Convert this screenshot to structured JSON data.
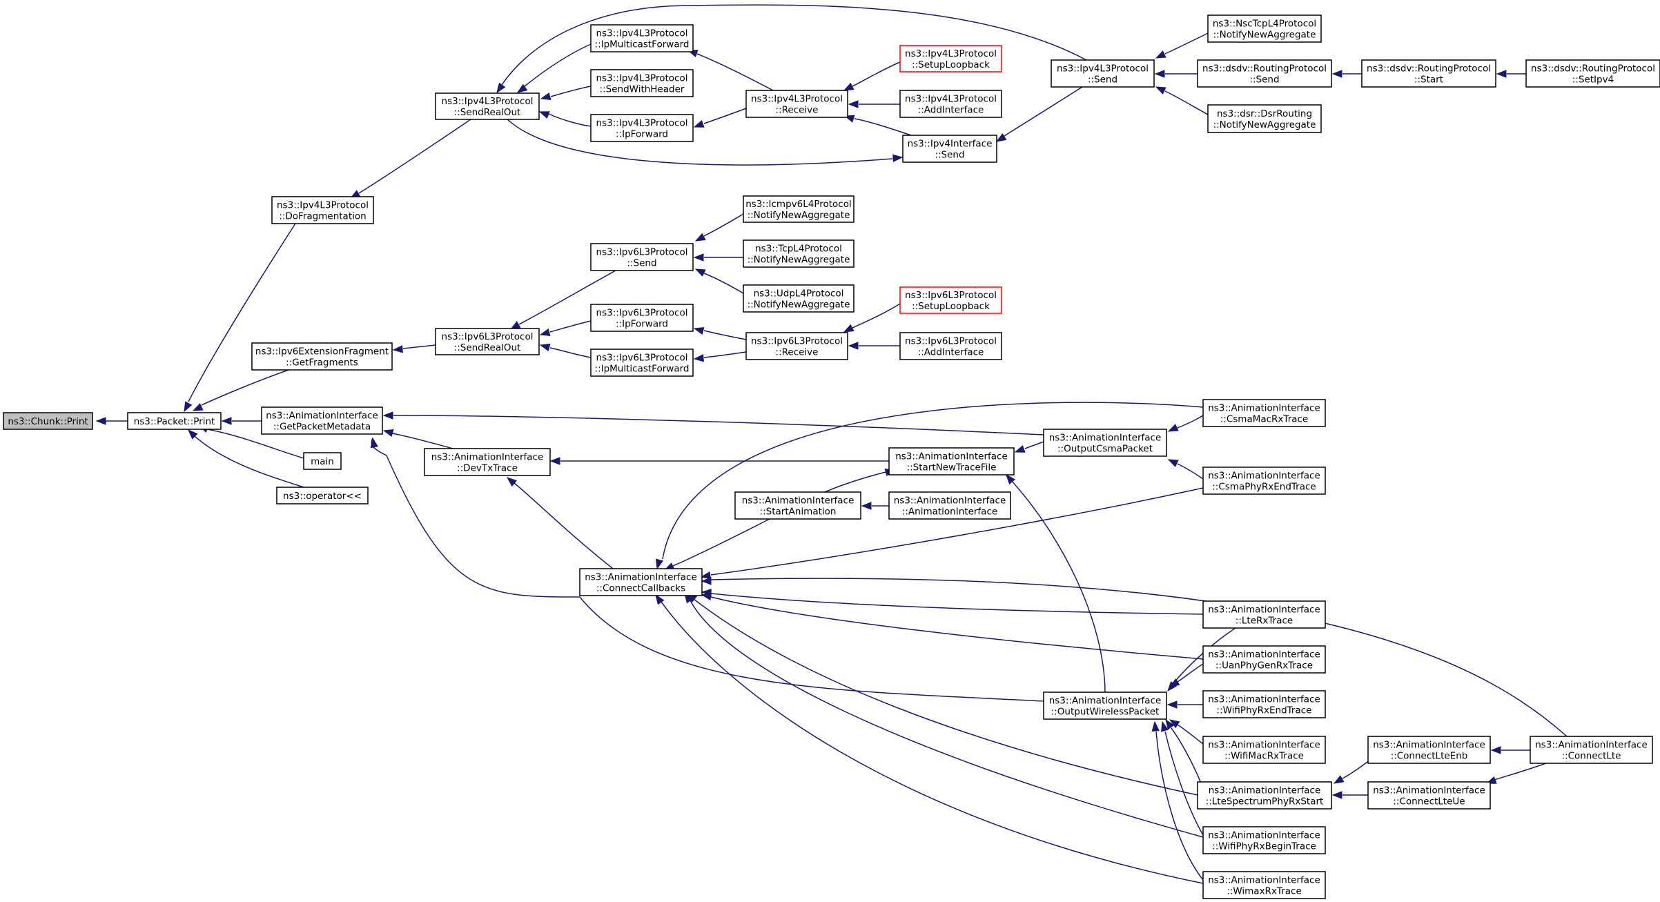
{
  "graph": {
    "nodes": [
      {
        "id": "root",
        "lines": [
          "ns3::Chunk::Print"
        ],
        "style": "root"
      },
      {
        "id": "pprint",
        "lines": [
          "ns3::Packet::Print"
        ]
      },
      {
        "id": "dofrag",
        "lines": [
          "ns3::Ipv4L3Protocol",
          "::DoFragmentation"
        ]
      },
      {
        "id": "getfrag",
        "lines": [
          "ns3::Ipv6ExtensionFragment",
          "::GetFragments"
        ]
      },
      {
        "id": "getmeta",
        "lines": [
          "ns3::AnimationInterface",
          "::GetPacketMetadata"
        ]
      },
      {
        "id": "main",
        "lines": [
          "main"
        ]
      },
      {
        "id": "oplt",
        "lines": [
          "ns3::operator<<"
        ]
      },
      {
        "id": "v4sro",
        "lines": [
          "ns3::Ipv4L3Protocol",
          "::SendRealOut"
        ]
      },
      {
        "id": "v4mcf",
        "lines": [
          "ns3::Ipv4L3Protocol",
          "::IpMulticastForward"
        ]
      },
      {
        "id": "v4swh",
        "lines": [
          "ns3::Ipv4L3Protocol",
          "::SendWithHeader"
        ]
      },
      {
        "id": "v4ipf",
        "lines": [
          "ns3::Ipv4L3Protocol",
          "::IpForward"
        ]
      },
      {
        "id": "v4recv",
        "lines": [
          "ns3::Ipv4L3Protocol",
          "::Receive"
        ]
      },
      {
        "id": "v4loop",
        "lines": [
          "ns3::Ipv4L3Protocol",
          "::SetupLoopback"
        ],
        "style": "trunc"
      },
      {
        "id": "v4addif",
        "lines": [
          "ns3::Ipv4L3Protocol",
          "::AddInterface"
        ]
      },
      {
        "id": "v4ifsend",
        "lines": [
          "ns3::Ipv4Interface",
          "::Send"
        ]
      },
      {
        "id": "v4send",
        "lines": [
          "ns3::Ipv4L3Protocol",
          "::Send"
        ]
      },
      {
        "id": "nsctcp",
        "lines": [
          "ns3::NscTcpL4Protocol",
          "::NotifyNewAggregate"
        ]
      },
      {
        "id": "dsdvsend",
        "lines": [
          "ns3::dsdv::RoutingProtocol",
          "::Send"
        ]
      },
      {
        "id": "dsrnna",
        "lines": [
          "ns3::dsr::DsrRouting",
          "::NotifyNewAggregate"
        ]
      },
      {
        "id": "dsdvstart",
        "lines": [
          "ns3::dsdv::RoutingProtocol",
          "::Start"
        ]
      },
      {
        "id": "dsdvsetv4",
        "lines": [
          "ns3::dsdv::RoutingProtocol",
          "::SetIpv4"
        ]
      },
      {
        "id": "v6sro",
        "lines": [
          "ns3::Ipv6L3Protocol",
          "::SendRealOut"
        ]
      },
      {
        "id": "v6send",
        "lines": [
          "ns3::Ipv6L3Protocol",
          "::Send"
        ]
      },
      {
        "id": "v6ipf",
        "lines": [
          "ns3::Ipv6L3Protocol",
          "::IpForward"
        ]
      },
      {
        "id": "v6mcf",
        "lines": [
          "ns3::Ipv6L3Protocol",
          "::IpMulticastForward"
        ]
      },
      {
        "id": "icmpv6",
        "lines": [
          "ns3::Icmpv6L4Protocol",
          "::NotifyNewAggregate"
        ]
      },
      {
        "id": "tcpl4",
        "lines": [
          "ns3::TcpL4Protocol",
          "::NotifyNewAggregate"
        ]
      },
      {
        "id": "udpl4",
        "lines": [
          "ns3::UdpL4Protocol",
          "::NotifyNewAggregate"
        ]
      },
      {
        "id": "v6recv",
        "lines": [
          "ns3::Ipv6L3Protocol",
          "::Receive"
        ]
      },
      {
        "id": "v6loop",
        "lines": [
          "ns3::Ipv6L3Protocol",
          "::SetupLoopback"
        ],
        "style": "trunc"
      },
      {
        "id": "v6addif",
        "lines": [
          "ns3::Ipv6L3Protocol",
          "::AddInterface"
        ]
      },
      {
        "id": "devtx",
        "lines": [
          "ns3::AnimationInterface",
          "::DevTxTrace"
        ]
      },
      {
        "id": "connectcb",
        "lines": [
          "ns3::AnimationInterface",
          "::ConnectCallbacks"
        ]
      },
      {
        "id": "startanim",
        "lines": [
          "ns3::AnimationInterface",
          "::StartAnimation"
        ]
      },
      {
        "id": "animif",
        "lines": [
          "ns3::AnimationInterface",
          "::AnimationInterface"
        ]
      },
      {
        "id": "startntf",
        "lines": [
          "ns3::AnimationInterface",
          "::StartNewTraceFile"
        ]
      },
      {
        "id": "outcsma",
        "lines": [
          "ns3::AnimationInterface",
          "::OutputCsmaPacket"
        ]
      },
      {
        "id": "csmamac",
        "lines": [
          "ns3::AnimationInterface",
          "::CsmaMacRxTrace"
        ]
      },
      {
        "id": "csmaphy",
        "lines": [
          "ns3::AnimationInterface",
          "::CsmaPhyRxEndTrace"
        ]
      },
      {
        "id": "outwifi",
        "lines": [
          "ns3::AnimationInterface",
          "::OutputWirelessPacket"
        ]
      },
      {
        "id": "lterx",
        "lines": [
          "ns3::AnimationInterface",
          "::LteRxTrace"
        ]
      },
      {
        "id": "uanphy",
        "lines": [
          "ns3::AnimationInterface",
          "::UanPhyGenRxTrace"
        ]
      },
      {
        "id": "wifiphyend",
        "lines": [
          "ns3::AnimationInterface",
          "::WifiPhyRxEndTrace"
        ]
      },
      {
        "id": "wifimac",
        "lines": [
          "ns3::AnimationInterface",
          "::WifiMacRxTrace"
        ]
      },
      {
        "id": "ltespec",
        "lines": [
          "ns3::AnimationInterface",
          "::LteSpectrumPhyRxStart"
        ]
      },
      {
        "id": "wifiphybeg",
        "lines": [
          "ns3::AnimationInterface",
          "::WifiPhyRxBeginTrace"
        ]
      },
      {
        "id": "wimax",
        "lines": [
          "ns3::AnimationInterface",
          "::WimaxRxTrace"
        ]
      },
      {
        "id": "connlteenb",
        "lines": [
          "ns3::AnimationInterface",
          "::ConnectLteEnb"
        ]
      },
      {
        "id": "connlteue",
        "lines": [
          "ns3::AnimationInterface",
          "::ConnectLteUe"
        ]
      },
      {
        "id": "connlte",
        "lines": [
          "ns3::AnimationInterface",
          "::ConnectLte"
        ]
      }
    ],
    "edges": [
      {
        "from": "pprint",
        "to": "root"
      },
      {
        "from": "dofrag",
        "to": "pprint"
      },
      {
        "from": "getfrag",
        "to": "pprint"
      },
      {
        "from": "getmeta",
        "to": "pprint"
      },
      {
        "from": "main",
        "to": "pprint"
      },
      {
        "from": "oplt",
        "to": "pprint"
      },
      {
        "from": "v4sro",
        "to": "dofrag"
      },
      {
        "from": "v4mcf",
        "to": "v4sro"
      },
      {
        "from": "v4swh",
        "to": "v4sro"
      },
      {
        "from": "v4ipf",
        "to": "v4sro"
      },
      {
        "from": "v4send",
        "to": "v4sro"
      },
      {
        "from": "v4recv",
        "to": "v4mcf"
      },
      {
        "from": "v4recv",
        "to": "v4ipf"
      },
      {
        "from": "v4loop",
        "to": "v4recv"
      },
      {
        "from": "v4addif",
        "to": "v4recv"
      },
      {
        "from": "v4ifsend",
        "to": "v4recv"
      },
      {
        "from": "v4sro",
        "to": "v4ifsend"
      },
      {
        "from": "v4send",
        "to": "v4ifsend"
      },
      {
        "from": "nsctcp",
        "to": "v4send"
      },
      {
        "from": "dsdvsend",
        "to": "v4send"
      },
      {
        "from": "dsrnna",
        "to": "v4send"
      },
      {
        "from": "dsdvstart",
        "to": "dsdvsend"
      },
      {
        "from": "dsdvsetv4",
        "to": "dsdvstart"
      },
      {
        "from": "v6sro",
        "to": "getfrag"
      },
      {
        "from": "v6send",
        "to": "v6sro"
      },
      {
        "from": "v6ipf",
        "to": "v6sro"
      },
      {
        "from": "v6mcf",
        "to": "v6sro"
      },
      {
        "from": "icmpv6",
        "to": "v6send"
      },
      {
        "from": "tcpl4",
        "to": "v6send"
      },
      {
        "from": "udpl4",
        "to": "v6send"
      },
      {
        "from": "v6recv",
        "to": "v6ipf"
      },
      {
        "from": "v6recv",
        "to": "v6mcf"
      },
      {
        "from": "v6loop",
        "to": "v6recv"
      },
      {
        "from": "v6addif",
        "to": "v6recv"
      },
      {
        "from": "devtx",
        "to": "getmeta"
      },
      {
        "from": "outcsma",
        "to": "getmeta"
      },
      {
        "from": "outwifi",
        "to": "getmeta"
      },
      {
        "from": "connectcb",
        "to": "devtx"
      },
      {
        "from": "startntf",
        "to": "devtx"
      },
      {
        "from": "startanim",
        "to": "connectcb"
      },
      {
        "from": "csmamac",
        "to": "connectcb"
      },
      {
        "from": "csmaphy",
        "to": "connectcb"
      },
      {
        "from": "lterx",
        "to": "connectcb"
      },
      {
        "from": "uanphy",
        "to": "connectcb"
      },
      {
        "from": "ltespec",
        "to": "connectcb"
      },
      {
        "from": "wifiphybeg",
        "to": "connectcb"
      },
      {
        "from": "wimax",
        "to": "connectcb"
      },
      {
        "from": "connlte",
        "to": "connectcb"
      },
      {
        "from": "startanim",
        "to": "startntf"
      },
      {
        "from": "outcsma",
        "to": "startntf"
      },
      {
        "from": "outwifi",
        "to": "startntf"
      },
      {
        "from": "animif",
        "to": "startanim"
      },
      {
        "from": "csmamac",
        "to": "outcsma"
      },
      {
        "from": "csmaphy",
        "to": "outcsma"
      },
      {
        "from": "lterx",
        "to": "outwifi"
      },
      {
        "from": "uanphy",
        "to": "outwifi"
      },
      {
        "from": "wifiphyend",
        "to": "outwifi"
      },
      {
        "from": "wifimac",
        "to": "outwifi"
      },
      {
        "from": "ltespec",
        "to": "outwifi"
      },
      {
        "from": "wifiphybeg",
        "to": "outwifi"
      },
      {
        "from": "wimax",
        "to": "outwifi"
      },
      {
        "from": "connlteenb",
        "to": "ltespec"
      },
      {
        "from": "connlteue",
        "to": "ltespec"
      },
      {
        "from": "connlte",
        "to": "connlteenb"
      },
      {
        "from": "connlte",
        "to": "connlteue"
      }
    ]
  }
}
